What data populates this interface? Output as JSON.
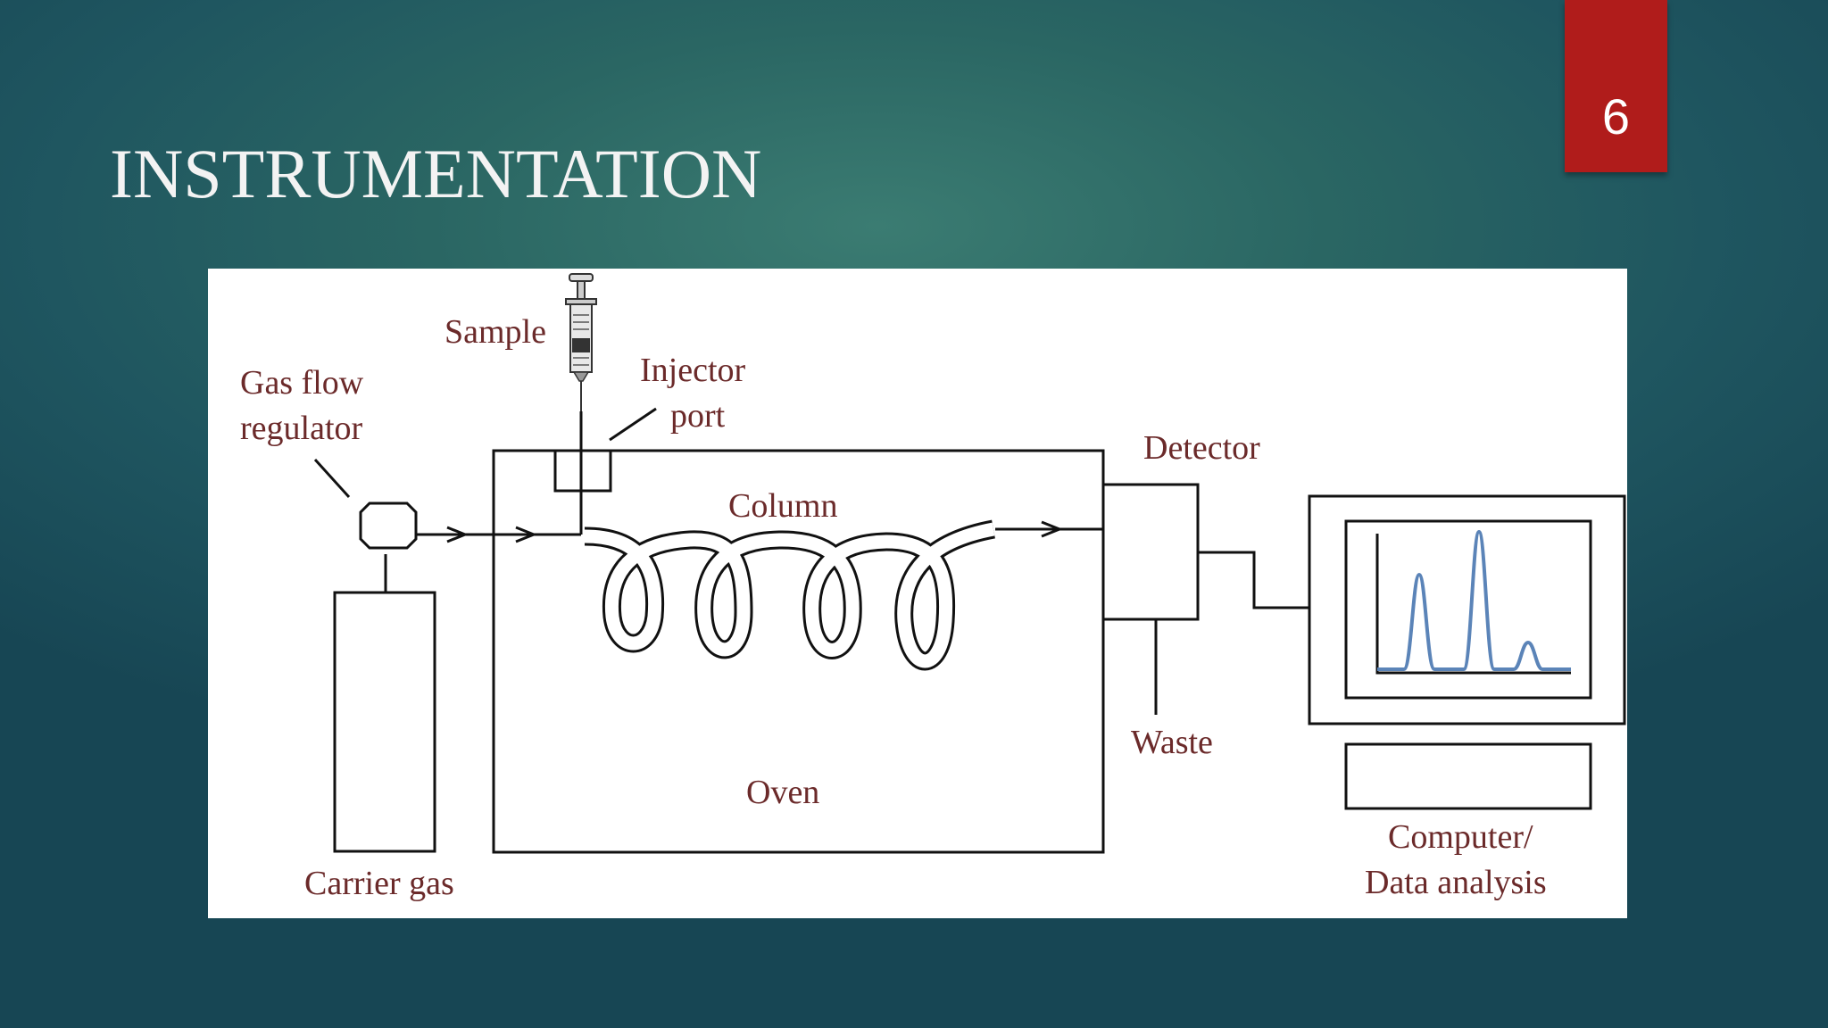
{
  "slide": {
    "title": "INSTRUMENTATION",
    "number": "6",
    "accent_color": "#b01c1b"
  },
  "diagram": {
    "labels": {
      "sample": "Sample",
      "gas_flow_1": "Gas flow",
      "gas_flow_2": "regulator",
      "injector_1": "Injector",
      "injector_2": "port",
      "detector": "Detector",
      "column": "Column",
      "waste": "Waste",
      "oven": "Oven",
      "carrier_gas": "Carrier gas",
      "computer_1": "Computer/",
      "computer_2": "Data analysis"
    },
    "label_color": "#6b2a2a",
    "chromatogram_color": "#5b84b8"
  }
}
